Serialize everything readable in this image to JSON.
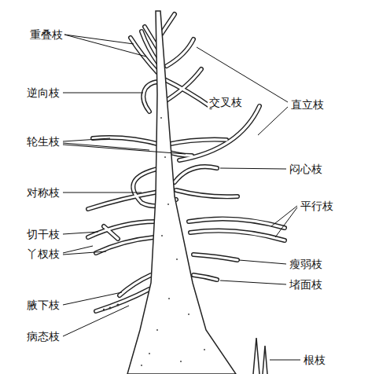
{
  "diagram": {
    "labels": [
      "重叠枝",
      "逆向枝",
      "交叉枝",
      "直立枝",
      "轮生枝",
      "闷心枝",
      "对称枝",
      "平行枝",
      "切干枝",
      "丫杈枝",
      "瘦弱枝",
      "堵面枝",
      "腋下枝",
      "病态枝",
      "根枝"
    ]
  }
}
